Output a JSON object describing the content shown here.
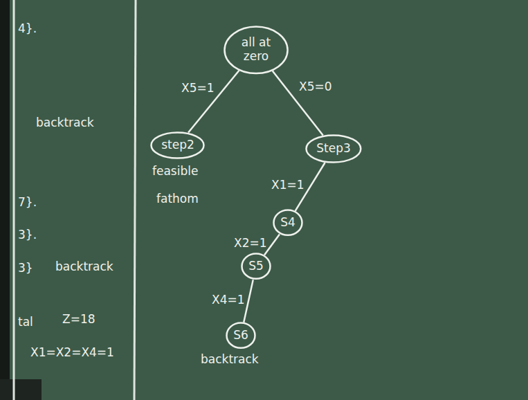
{
  "diagram": {
    "nodes": [
      {
        "text": [
          "all at zero"
        ]
      },
      {
        "text": [
          "step2"
        ]
      },
      {
        "text": [
          "Step3"
        ]
      },
      {
        "text": [
          "S4"
        ]
      },
      {
        "text": [
          "S5"
        ]
      },
      {
        "text": [
          "S6"
        ]
      }
    ],
    "edges": [
      {
        "from": 0,
        "to": 1,
        "arrow": "none",
        "label": "X5=1"
      },
      {
        "from": 0,
        "to": 2,
        "arrow": "none",
        "label": "X5=0"
      },
      {
        "from": 2,
        "to": 3,
        "arrow": "none",
        "label": "X1=1"
      },
      {
        "from": 3,
        "to": 4,
        "arrow": "none",
        "label": "X2=1"
      },
      {
        "from": 4,
        "to": 5,
        "arrow": "none",
        "label": "X4=1"
      }
    ],
    "labels": [
      "feasible",
      "fathom",
      "backtrack",
      "4}.",
      "backtrack",
      "7}.",
      "3}.",
      "3}",
      "backtrack",
      "tal",
      "Z=18",
      "X1=X2=X4=1"
    ]
  }
}
